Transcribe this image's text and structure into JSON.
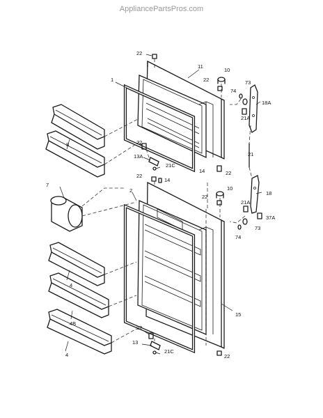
{
  "watermark": "AppliancePartsPros.com",
  "callouts": {
    "p22a": "22",
    "p11": "11",
    "p10a": "10",
    "p22b": "22",
    "p73a": "73",
    "p74a": "74",
    "p1": "1",
    "p18A": "18A",
    "p21Aa": "21A",
    "p8": "8",
    "p22c": "22",
    "p13A": "13A",
    "p21Ca": "21C",
    "p21": "21",
    "p14a": "14",
    "p22d": "22",
    "p22e": "22",
    "p14b": "14",
    "p10b": "10",
    "p18": "18",
    "p7": "7",
    "p2": "2",
    "p22f": "22",
    "p21Ab": "21A",
    "p37A": "37A",
    "p73b": "73",
    "p74b": "74",
    "p4a": "4",
    "p15": "15",
    "p4B": "4B",
    "p22g": "22",
    "p13": "13",
    "p21Cb": "21C",
    "p22h": "22",
    "p4b": "4"
  }
}
